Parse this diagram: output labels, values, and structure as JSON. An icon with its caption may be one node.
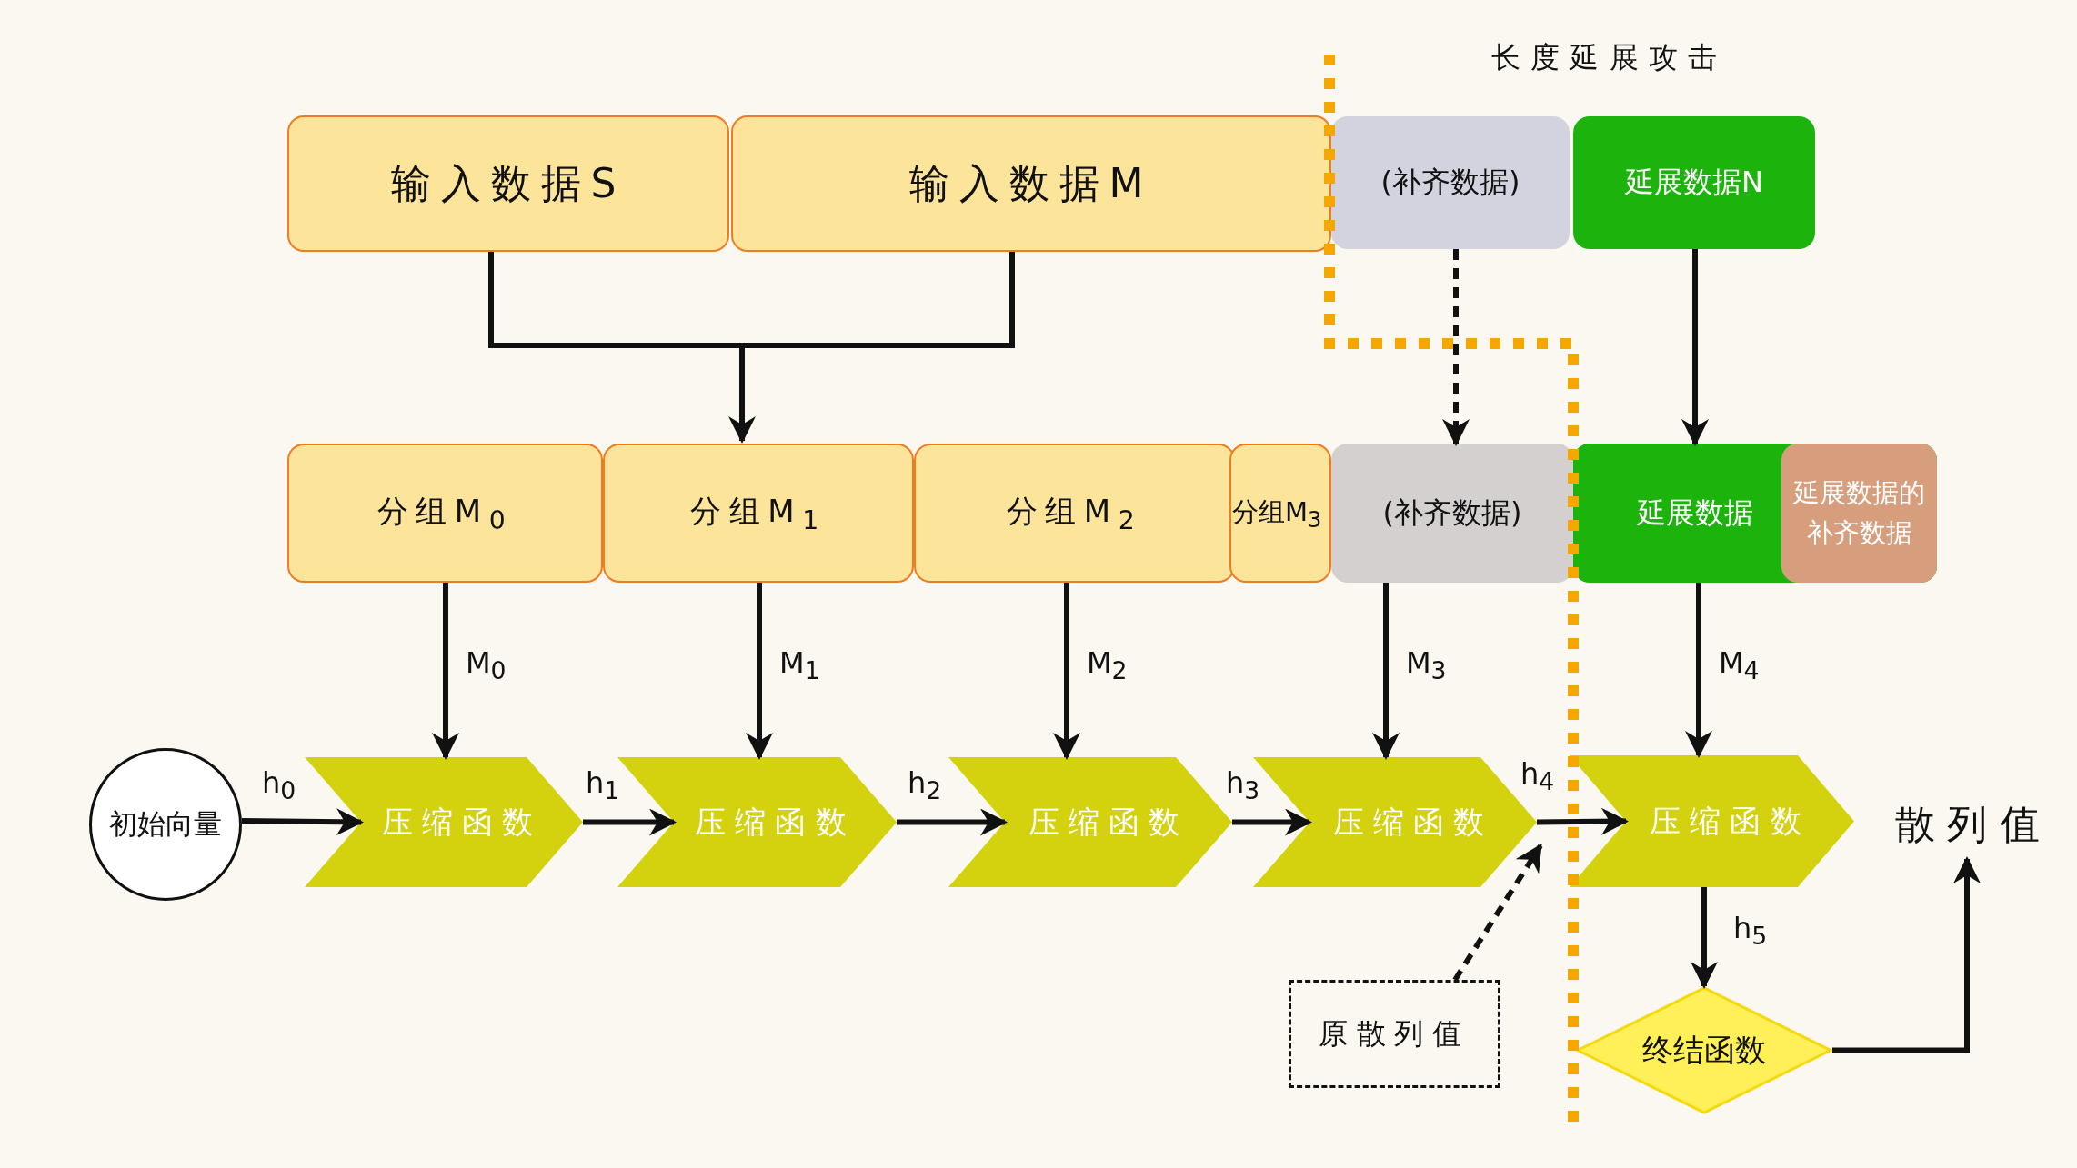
{
  "diagram": {
    "nodes": [
      {
        "text": [
          "输入数据S"
        ]
      },
      {
        "text": [
          "输入数据M"
        ]
      },
      {
        "text": [
          "(补齐数据)"
        ]
      },
      {
        "text": [
          "延展数据N"
        ]
      },
      {
        "text": [
          "分组M$_{0}$"
        ]
      },
      {
        "text": [
          "分组M$_{1}$"
        ]
      },
      {
        "text": [
          "分组M$_{2}$"
        ]
      },
      {
        "text": [
          "分组M$_{3}$"
        ]
      },
      {
        "text": [
          "(补齐数据)"
        ]
      },
      {
        "text": [
          "延展数据"
        ]
      },
      {
        "text": [
          "延展数据的补齐数据"
        ],
        "in": 9
      },
      {
        "text": [
          "压缩函数"
        ]
      },
      {
        "text": [
          "压缩函数"
        ]
      },
      {
        "text": [
          "压缩函数"
        ]
      },
      {
        "text": [
          "压缩函数"
        ]
      },
      {
        "text": [
          "压缩函数"
        ]
      },
      {
        "text": [
          "初始向量"
        ]
      },
      {
        "text": [
          "散列值"
        ]
      },
      {
        "text": [
          "原散列值"
        ]
      },
      {
        "text": [
          "终结函数"
        ]
      }
    ],
    "edges": [
      {
        "from": 0,
        "to": 5,
        "arrow": "to"
      },
      {
        "from": 1,
        "to": 5,
        "arrow": "to"
      },
      {
        "from": 2,
        "to": 8,
        "arrow": "to",
        "style": "dashed"
      },
      {
        "from": 3,
        "to": 9,
        "arrow": "to"
      },
      {
        "from": 4,
        "to": 11,
        "arrow": "to",
        "label": "M$_{0}$"
      },
      {
        "from": 5,
        "to": 12,
        "arrow": "to",
        "label": "M$_{1}$"
      },
      {
        "from": 6,
        "to": 13,
        "arrow": "to",
        "label": "M$_{2}$"
      },
      {
        "from": 8,
        "to": 14,
        "arrow": "to",
        "label": "M$_{3}$"
      },
      {
        "from": 9,
        "to": 15,
        "arrow": "to",
        "label": "M$_{4}$"
      },
      {
        "from": 16,
        "to": 11,
        "arrow": "to",
        "label": "h$_{0}$"
      },
      {
        "from": 11,
        "to": 12,
        "arrow": "to",
        "label": "h$_{1}$"
      },
      {
        "from": 12,
        "to": 13,
        "arrow": "to",
        "label": "h$_{2}$"
      },
      {
        "from": 13,
        "to": 14,
        "arrow": "to",
        "label": "h$_{3}$"
      },
      {
        "from": 14,
        "to": 15,
        "arrow": "to",
        "label": "h$_{4}$"
      },
      {
        "from": 18,
        "to": 14,
        "arrow": "to",
        "style": "dashed"
      },
      {
        "from": 15,
        "to": 19,
        "arrow": "to",
        "label": "h$_{5}$"
      },
      {
        "from": 19,
        "to": 17,
        "arrow": "to"
      }
    ],
    "labels": [
      "长度延展攻击"
    ]
  }
}
